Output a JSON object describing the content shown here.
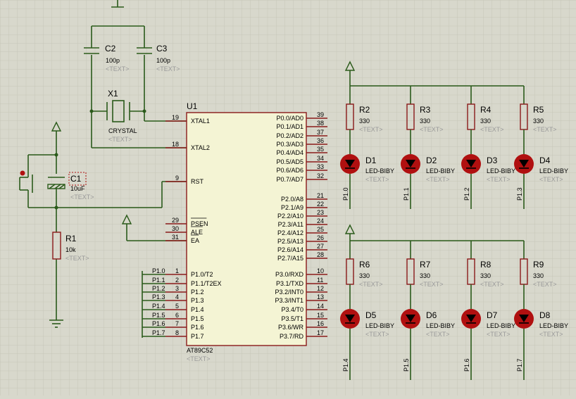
{
  "mcu": {
    "ref": "U1",
    "part": "AT89C52",
    "text": "<TEXT>",
    "left_pins": [
      {
        "num": "19",
        "name": "XTAL1"
      },
      {
        "num": "18",
        "name": "XTAL2"
      },
      {
        "num": "9",
        "name": "RST"
      },
      {
        "num": "29",
        "name": "PSEN"
      },
      {
        "num": "30",
        "name": "ALE"
      },
      {
        "num": "31",
        "name": "EA"
      },
      {
        "num": "1",
        "name": "P1.0/T2"
      },
      {
        "num": "2",
        "name": "P1.1/T2EX"
      },
      {
        "num": "3",
        "name": "P1.2"
      },
      {
        "num": "4",
        "name": "P1.3"
      },
      {
        "num": "5",
        "name": "P1.4"
      },
      {
        "num": "6",
        "name": "P1.5"
      },
      {
        "num": "7",
        "name": "P1.6"
      },
      {
        "num": "8",
        "name": "P1.7"
      }
    ],
    "right_pins": [
      {
        "num": "39",
        "name": "P0.0/AD0"
      },
      {
        "num": "38",
        "name": "P0.1/AD1"
      },
      {
        "num": "37",
        "name": "P0.2/AD2"
      },
      {
        "num": "36",
        "name": "P0.3/AD3"
      },
      {
        "num": "35",
        "name": "P0.4/AD4"
      },
      {
        "num": "34",
        "name": "P0.5/AD5"
      },
      {
        "num": "33",
        "name": "P0.6/AD6"
      },
      {
        "num": "32",
        "name": "P0.7/AD7"
      },
      {
        "num": "21",
        "name": "P2.0/A8"
      },
      {
        "num": "22",
        "name": "P2.1/A9"
      },
      {
        "num": "23",
        "name": "P2.2/A10"
      },
      {
        "num": "24",
        "name": "P2.3/A11"
      },
      {
        "num": "25",
        "name": "P2.4/A12"
      },
      {
        "num": "26",
        "name": "P2.5/A13"
      },
      {
        "num": "27",
        "name": "P2.6/A14"
      },
      {
        "num": "28",
        "name": "P2.7/A15"
      },
      {
        "num": "10",
        "name": "P3.0/RXD"
      },
      {
        "num": "11",
        "name": "P3.1/TXD"
      },
      {
        "num": "12",
        "name": "P3.2/INT0"
      },
      {
        "num": "13",
        "name": "P3.3/INT1"
      },
      {
        "num": "14",
        "name": "P3.4/T0"
      },
      {
        "num": "15",
        "name": "P3.5/T1"
      },
      {
        "num": "16",
        "name": "P3.6/WR"
      },
      {
        "num": "17",
        "name": "P3.7/RD"
      }
    ],
    "port_labels": [
      "P1.0",
      "P1.1",
      "P1.2",
      "P1.3",
      "P1.4",
      "P1.5",
      "P1.6",
      "P1.7"
    ]
  },
  "caps": [
    {
      "ref": "C2",
      "value": "100p",
      "text": "<TEXT>"
    },
    {
      "ref": "C3",
      "value": "100p",
      "text": "<TEXT>"
    },
    {
      "ref": "C1",
      "value": "10uF",
      "text": "<TEXT>"
    }
  ],
  "crystal": {
    "ref": "X1",
    "value": "CRYSTAL",
    "text": "<TEXT>"
  },
  "reset_resistor": {
    "ref": "R1",
    "value": "10k",
    "text": "<TEXT>"
  },
  "resistors": [
    {
      "ref": "R2",
      "value": "330",
      "text": "<TEXT>"
    },
    {
      "ref": "R3",
      "value": "330",
      "text": "<TEXT>"
    },
    {
      "ref": "R4",
      "value": "330",
      "text": "<TEXT>"
    },
    {
      "ref": "R5",
      "value": "330",
      "text": "<TEXT>"
    },
    {
      "ref": "R6",
      "value": "330",
      "text": "<TEXT>"
    },
    {
      "ref": "R7",
      "value": "330",
      "text": "<TEXT>"
    },
    {
      "ref": "R8",
      "value": "330",
      "text": "<TEXT>"
    },
    {
      "ref": "R9",
      "value": "330",
      "text": "<TEXT>"
    }
  ],
  "leds": [
    {
      "ref": "D1",
      "value": "LED-BIBY",
      "text": "<TEXT>",
      "net": "P1.0"
    },
    {
      "ref": "D2",
      "value": "LED-BIBY",
      "text": "<TEXT>",
      "net": "P1.1"
    },
    {
      "ref": "D3",
      "value": "LED-BIBY",
      "text": "<TEXT>",
      "net": "P1.2"
    },
    {
      "ref": "D4",
      "value": "LED-BIBY",
      "text": "<TEXT>",
      "net": "P1.3"
    },
    {
      "ref": "D5",
      "value": "LED-BIBY",
      "text": "<TEXT>",
      "net": "P1.4"
    },
    {
      "ref": "D6",
      "value": "LED-BIBY",
      "text": "<TEXT>",
      "net": "P1.5"
    },
    {
      "ref": "D7",
      "value": "LED-BIBY",
      "text": "<TEXT>",
      "net": "P1.6"
    },
    {
      "ref": "D8",
      "value": "LED-BIBY",
      "text": "<TEXT>",
      "net": "P1.7"
    }
  ],
  "colors": {
    "background": "#d8d8cc",
    "grid": "#c6c6b8",
    "wire": "#2a5a1a",
    "component": "#8a1a1a",
    "led": "#b01010"
  }
}
